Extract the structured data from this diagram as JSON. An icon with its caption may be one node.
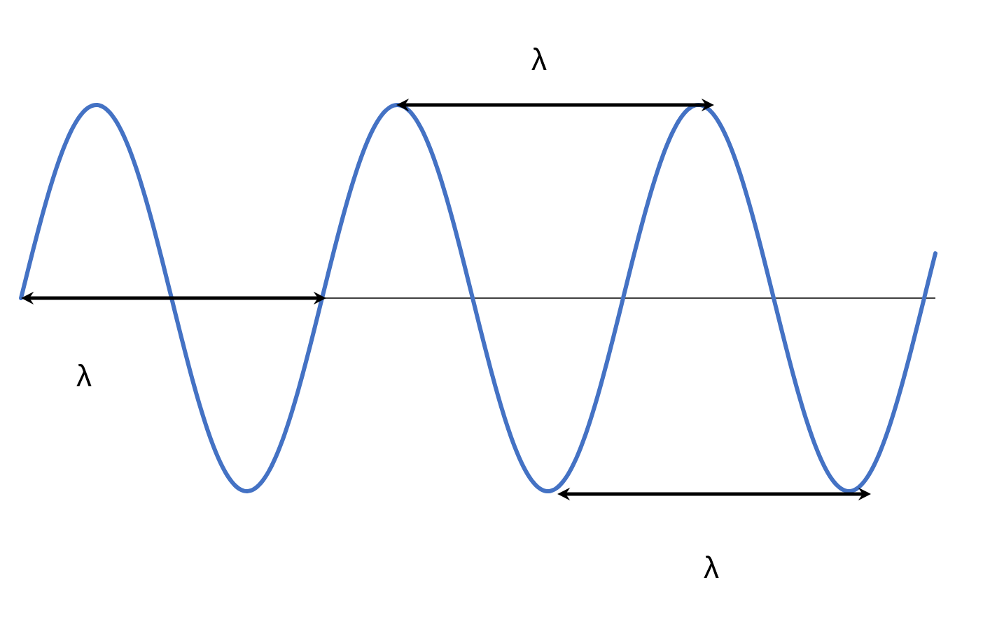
{
  "diagram": {
    "labels": [
      "λ",
      "λ",
      "λ"
    ]
  }
}
